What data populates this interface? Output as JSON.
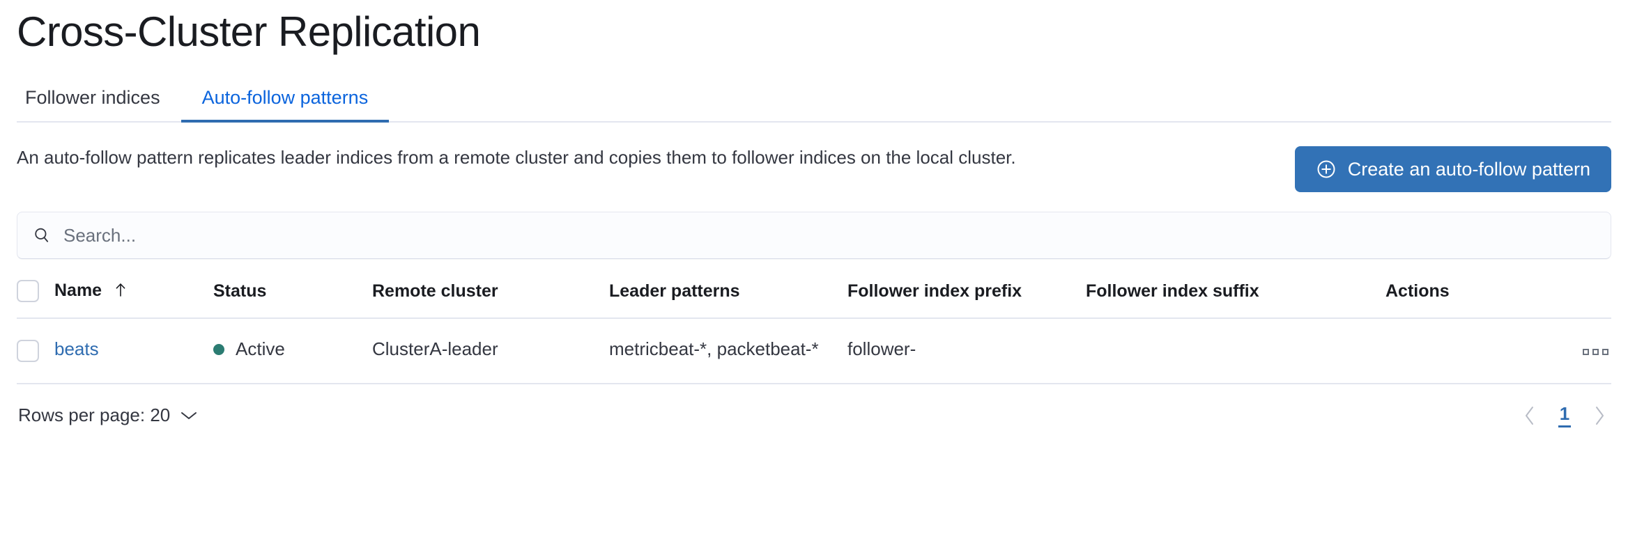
{
  "header": {
    "title": "Cross-Cluster Replication"
  },
  "tabs": [
    {
      "label": "Follower indices",
      "active": false
    },
    {
      "label": "Auto-follow patterns",
      "active": true
    }
  ],
  "description": {
    "text": "An auto-follow pattern replicates leader indices from a remote cluster and copies them to follower indices on the local cluster.",
    "create_button_label": "Create an auto-follow pattern",
    "create_button_icon": "plus-in-circle-icon",
    "create_button_color": "#3272b6"
  },
  "search": {
    "placeholder": "Search...",
    "value": "",
    "icon": "search-icon"
  },
  "table": {
    "columns": [
      {
        "key": "name",
        "label": "Name",
        "sorted": "asc",
        "sort_icon": "arrow-up-icon"
      },
      {
        "key": "status",
        "label": "Status"
      },
      {
        "key": "remote_cluster",
        "label": "Remote cluster"
      },
      {
        "key": "leader_patterns",
        "label": "Leader patterns"
      },
      {
        "key": "follower_index_prefix",
        "label": "Follower index prefix"
      },
      {
        "key": "follower_index_suffix",
        "label": "Follower index suffix"
      },
      {
        "key": "actions",
        "label": "Actions"
      }
    ],
    "select_all_checked": false,
    "rows": [
      {
        "selected": false,
        "name": "beats",
        "status": "Active",
        "status_color": "#2b7c72",
        "remote_cluster": "ClusterA-leader",
        "leader_patterns": "metricbeat-*, packetbeat-*",
        "follower_index_prefix": "follower-",
        "follower_index_suffix": "",
        "actions_icon": "boxes-horizontal-icon"
      }
    ]
  },
  "footer": {
    "rows_per_page_label": "Rows per page: 20",
    "rows_per_page_icon": "chevron-down-icon",
    "prev_icon": "chevron-left-icon",
    "next_icon": "chevron-right-icon",
    "pages": [
      "1"
    ],
    "active_page": "1",
    "active_page_color": "#2f6cb0"
  }
}
